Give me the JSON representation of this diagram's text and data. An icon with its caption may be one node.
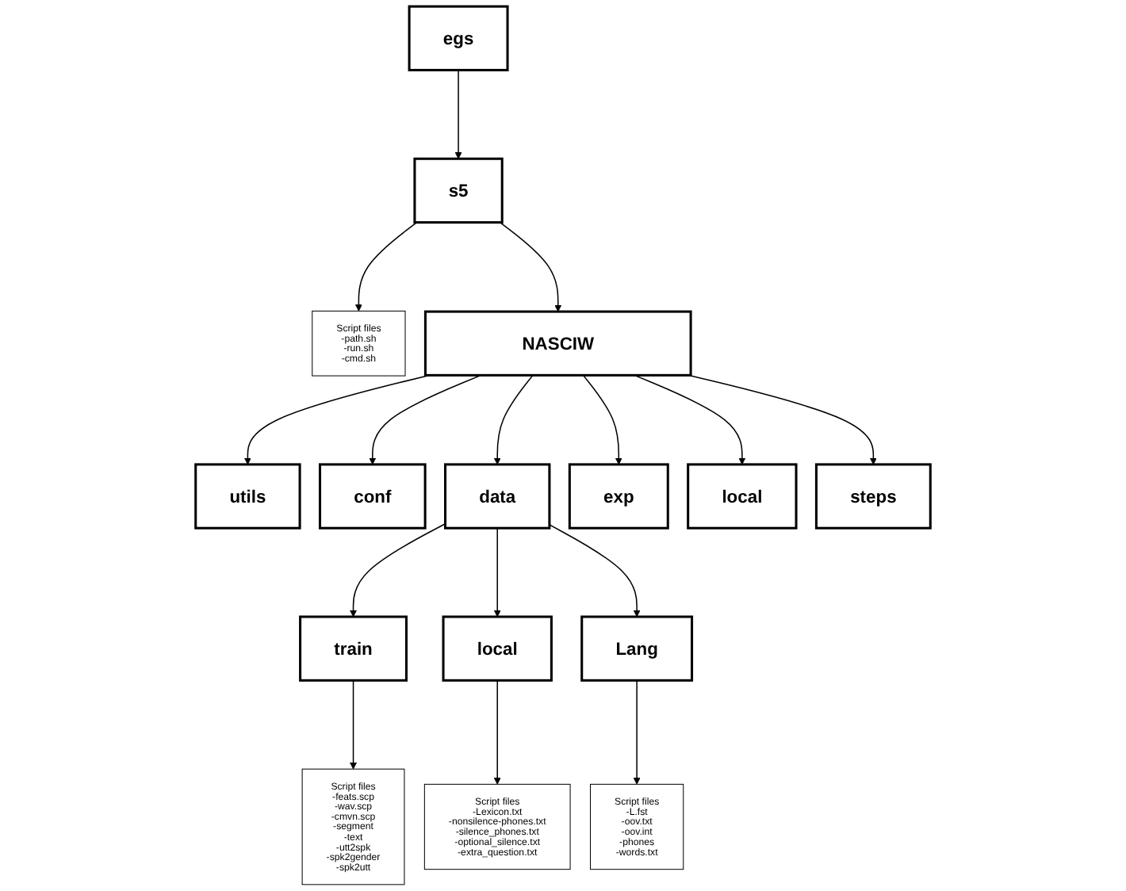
{
  "diagram": {
    "nodes": [
      {
        "text": [
          "egs"
        ]
      },
      {
        "text": [
          "s5"
        ]
      },
      {
        "text": [
          "Script files",
          "-path.sh",
          "-run.sh",
          "-cmd.sh"
        ]
      },
      {
        "text": [
          "NASCIW"
        ]
      },
      {
        "text": [
          "utils"
        ]
      },
      {
        "text": [
          "conf"
        ]
      },
      {
        "text": [
          "data"
        ]
      },
      {
        "text": [
          "exp"
        ]
      },
      {
        "text": [
          "local"
        ]
      },
      {
        "text": [
          "steps"
        ]
      },
      {
        "text": [
          "train"
        ]
      },
      {
        "text": [
          "local"
        ]
      },
      {
        "text": [
          "Lang"
        ]
      },
      {
        "text": [
          "Script files",
          "-feats.scp",
          "-wav.scp",
          "-cmvn.scp",
          "-segment",
          "-text",
          "-utt2spk",
          "-spk2gender",
          "-spk2utt"
        ]
      },
      {
        "text": [
          "Script files",
          "-Lexicon.txt",
          "-nonsilence-phones.txt",
          "-silence_phones.txt",
          "-optional_silence.txt",
          "-extra_question.txt"
        ]
      },
      {
        "text": [
          "Script files",
          "-L.fst",
          "-oov.txt",
          "-oov.int",
          "-phones",
          "-words.txt"
        ]
      }
    ],
    "edges": [
      {
        "from": 0,
        "to": 1,
        "arrow": "to"
      },
      {
        "from": 1,
        "to": 2,
        "arrow": "to"
      },
      {
        "from": 1,
        "to": 3,
        "arrow": "to"
      },
      {
        "from": 3,
        "to": 4,
        "arrow": "to"
      },
      {
        "from": 3,
        "to": 5,
        "arrow": "to"
      },
      {
        "from": 3,
        "to": 6,
        "arrow": "to"
      },
      {
        "from": 3,
        "to": 7,
        "arrow": "to"
      },
      {
        "from": 3,
        "to": 8,
        "arrow": "to"
      },
      {
        "from": 3,
        "to": 9,
        "arrow": "to"
      },
      {
        "from": 6,
        "to": 10,
        "arrow": "to"
      },
      {
        "from": 6,
        "to": 11,
        "arrow": "to"
      },
      {
        "from": 6,
        "to": 12,
        "arrow": "to"
      },
      {
        "from": 10,
        "to": 13,
        "arrow": "to"
      },
      {
        "from": 11,
        "to": 14,
        "arrow": "to"
      },
      {
        "from": 12,
        "to": 15,
        "arrow": "to"
      }
    ]
  }
}
